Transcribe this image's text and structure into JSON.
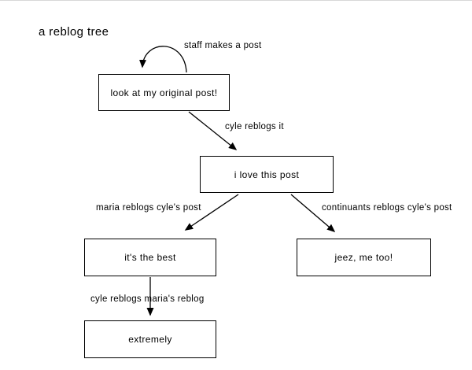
{
  "title": "a reblog tree",
  "colors": {
    "background": "#ffffff",
    "node_border": "#000000",
    "node_fill": "#ffffff",
    "text": "#000000",
    "arrow": "#000000"
  },
  "nodes": [
    {
      "id": "original-post",
      "label": "look at my original post!"
    },
    {
      "id": "cyle-reblog",
      "label": "i love this post"
    },
    {
      "id": "maria-reblog",
      "label": "it's the best"
    },
    {
      "id": "continuants-reblog",
      "label": "jeez, me too!"
    },
    {
      "id": "cyle-second-reblog",
      "label": "extremely"
    }
  ],
  "edges": [
    {
      "id": "staff-self-loop",
      "from": "original-post",
      "to": "original-post",
      "label": "staff makes a post"
    },
    {
      "id": "original-to-cyle",
      "from": "original-post",
      "to": "cyle-reblog",
      "label": "cyle reblogs it"
    },
    {
      "id": "cyle-to-maria",
      "from": "cyle-reblog",
      "to": "maria-reblog",
      "label": "maria reblogs cyle's post"
    },
    {
      "id": "cyle-to-continuants",
      "from": "cyle-reblog",
      "to": "continuants-reblog",
      "label": "continuants reblogs cyle's post"
    },
    {
      "id": "maria-to-cyle",
      "from": "maria-reblog",
      "to": "cyle-second-reblog",
      "label": "cyle reblogs maria's reblog"
    }
  ]
}
